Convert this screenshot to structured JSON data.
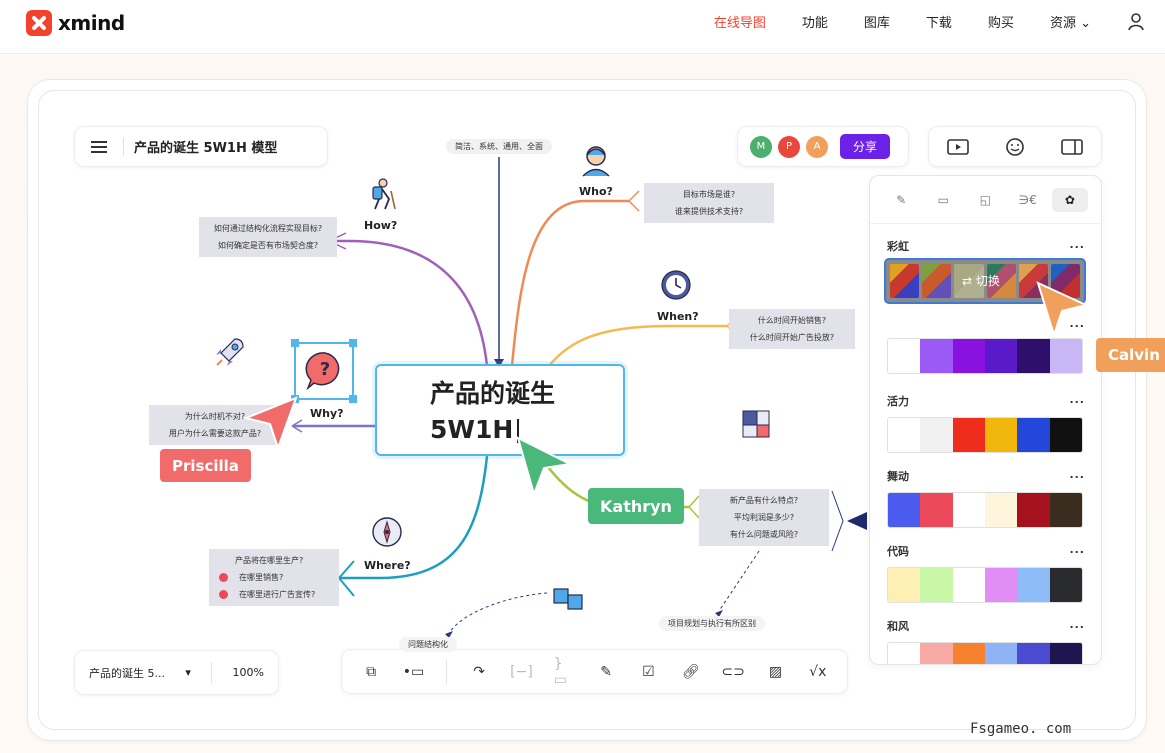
{
  "nav": {
    "brand": "xmind",
    "items": [
      "在线导图",
      "功能",
      "图库",
      "下载",
      "购买",
      "资源"
    ],
    "active_index": 0
  },
  "doc": {
    "title": "产品的诞生 5W1H 模型"
  },
  "collab": {
    "avatars": [
      {
        "letter": "M",
        "color": "#4caf6e"
      },
      {
        "letter": "P",
        "color": "#e8473b"
      },
      {
        "letter": "A",
        "color": "#f0a05a"
      }
    ],
    "share_label": "分享"
  },
  "panel": {
    "themes": [
      {
        "name": "彩虹",
        "switch_label": "⇄ 切换"
      },
      {
        "name": "",
        "colors": [
          "#ffffff",
          "#9b59f5",
          "#8a12e0",
          "#5a1ac9",
          "#2e0f6b",
          "#c9b6f7"
        ]
      },
      {
        "name": "活力",
        "colors": [
          "#ffffff",
          "#f0f0f0",
          "#ee2d1d",
          "#f2b70c",
          "#2347d8",
          "#111111"
        ]
      },
      {
        "name": "舞动",
        "colors": [
          "#4b5bef",
          "#ec4a5a",
          "#ffffff",
          "#fdf6dc",
          "#a5121e",
          "#3b2c20"
        ]
      },
      {
        "name": "代码",
        "colors": [
          "#fdf0b2",
          "#c9f7a8",
          "#ffffff",
          "#e08df5",
          "#8ebcf8",
          "#2a2b2e"
        ]
      },
      {
        "name": "和风",
        "colors": [
          "#ffffff",
          "#f8a9a3",
          "#f6812e",
          "#8fb3f7",
          "#4a4bd0",
          "#1e1650"
        ]
      }
    ],
    "more": "..."
  },
  "bottom": {
    "doc_short": "产品的诞生 5...",
    "zoom": "100%"
  },
  "map": {
    "central": [
      "产品的诞生",
      "5W1H"
    ],
    "top_tag": "简洁、系统、通用、全面",
    "who": {
      "label": "Who?",
      "notes": [
        "目标市场是谁?",
        "谁来提供技术支持?"
      ]
    },
    "how": {
      "label": "How?",
      "notes": [
        "如何通过结构化流程实现目标?",
        "如何确定是否有市场契合度?"
      ]
    },
    "when": {
      "label": "When?",
      "notes": [
        "什么时间开始销售?",
        "什么时间开始广告投放?"
      ]
    },
    "why": {
      "label": "Why?",
      "notes": [
        "为什么时机不对?",
        "用户为什么需要这款产品?"
      ]
    },
    "where": {
      "label": "Where?",
      "notes": [
        "产品将在哪里生产?",
        "在哪里销售?",
        "在哪里进行广告宣传?"
      ]
    },
    "what": {
      "label": "Kathryn",
      "notes": [
        "新产品有什么特点?",
        "平均利润是多少?",
        "有什么问题或风险?"
      ]
    },
    "bottom_tag": "项目规划与执行有所区别",
    "left_tag": "问题结构化"
  },
  "cursors": [
    {
      "name": "Priscilla",
      "color": "#f26b6b"
    },
    {
      "name": "Calvin",
      "color": "#f0a05a"
    },
    {
      "name": "Kathryn",
      "color": "#4ab87a"
    }
  ],
  "watermark": "Fsgameo. com"
}
